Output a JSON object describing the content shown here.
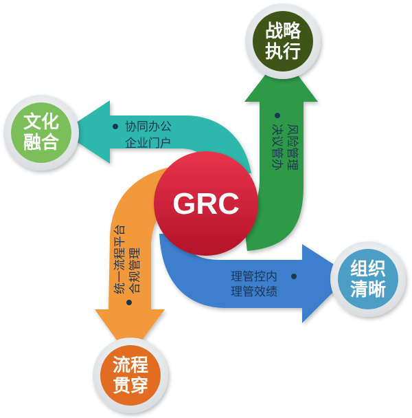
{
  "center": {
    "label": "GRC",
    "color": "#d41e36"
  },
  "nodes": {
    "top": {
      "line1": "战略",
      "line2": "执行",
      "color": "#3f5517"
    },
    "left": {
      "line1": "文化",
      "line2": "融合",
      "color": "#7cbf5a"
    },
    "right": {
      "line1": "组织",
      "line2": "清晰",
      "color": "#4d9ec4"
    },
    "bottom": {
      "line1": "流程",
      "line2": "贯穿",
      "color": "#e06d22"
    }
  },
  "arrows": {
    "teal": {
      "line1": "协同办公",
      "line2": "企业门户",
      "color": "#2fb7ab"
    },
    "green": {
      "line1": "决议管办",
      "line2": "风险管理",
      "color": "#2e9a4a"
    },
    "blue": {
      "line1": "理管控内",
      "line2": "理管效绩",
      "color": "#3c7fcd"
    },
    "orange": {
      "line1": "统一流程平台",
      "line2": "合规管理",
      "color": "#f29a3a"
    }
  }
}
